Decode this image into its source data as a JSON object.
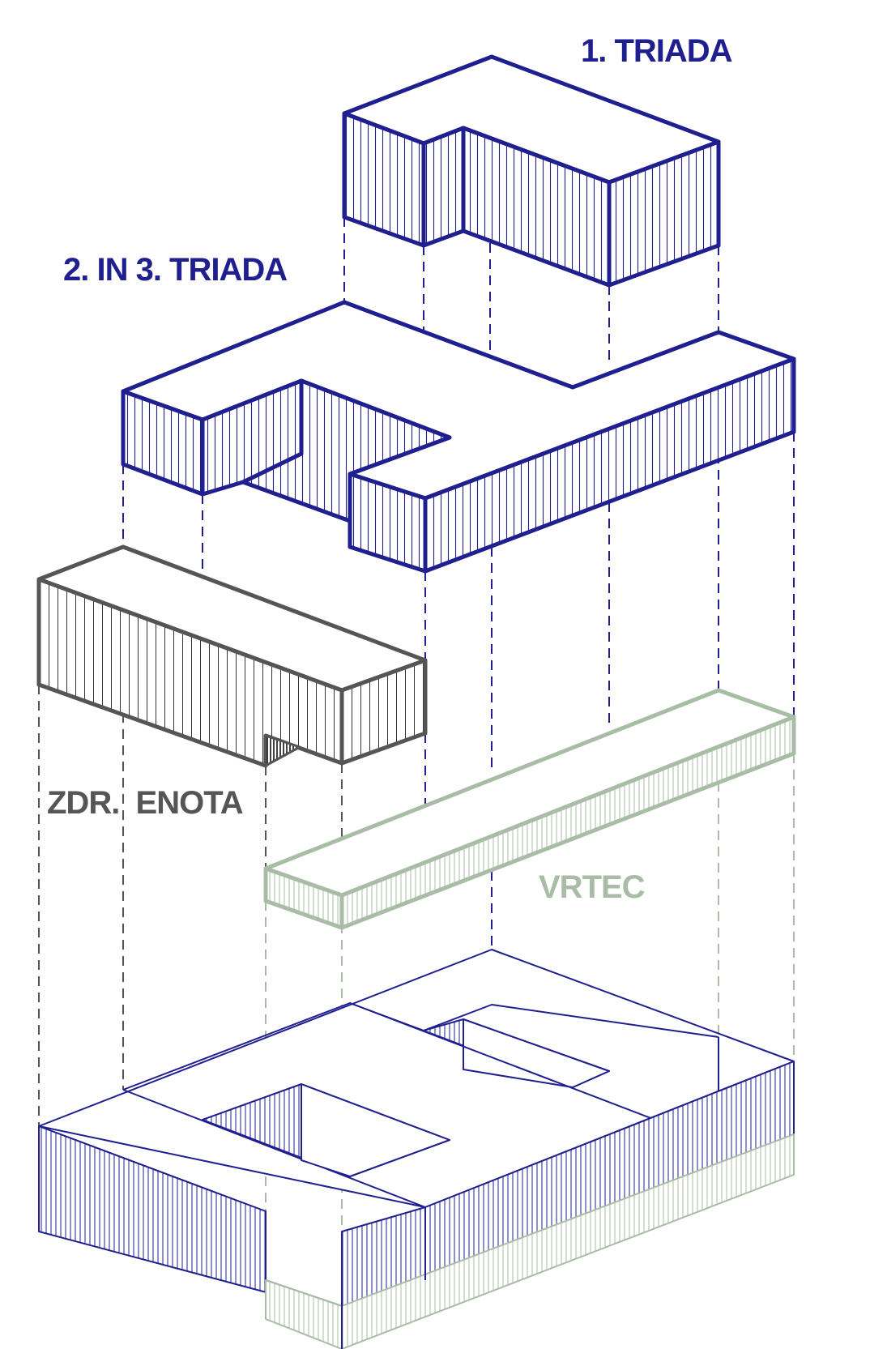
{
  "labels": {
    "triad1": "1. TRIADA",
    "triad23": "2. IN 3. TRIADA",
    "health": "ZDR.  ENOTA",
    "kindergarten": "VRTEC"
  },
  "colors": {
    "blue": "#1f1f8f",
    "gray": "#555555",
    "sage": "#a9bca6"
  }
}
